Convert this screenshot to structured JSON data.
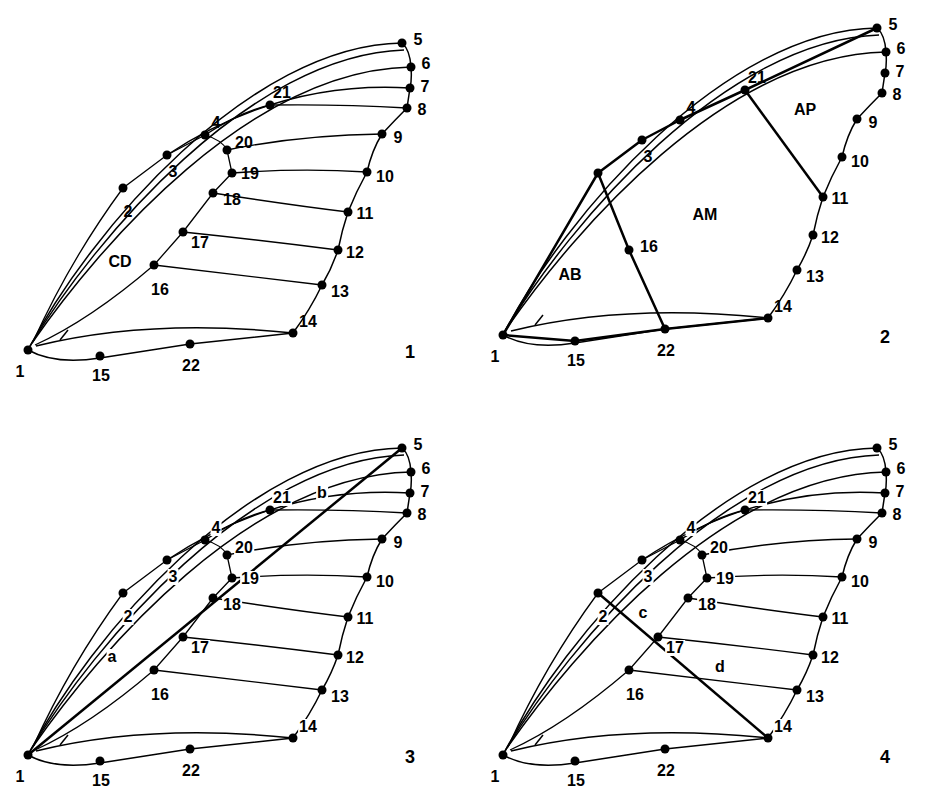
{
  "diagram": {
    "labels": [
      "1",
      "2",
      "3",
      "4",
      "5",
      "6",
      "7",
      "8",
      "9",
      "10",
      "11",
      "12",
      "13",
      "14",
      "15",
      "16",
      "17",
      "18",
      "19",
      "20",
      "21",
      "22",
      "CD",
      "1",
      "1",
      "3",
      "4",
      "5",
      "6",
      "7",
      "8",
      "9",
      "10",
      "11",
      "12",
      "13",
      "14",
      "15",
      "16",
      "21",
      "22",
      "AB",
      "AM",
      "AP",
      "2",
      "1",
      "2",
      "3",
      "4",
      "5",
      "6",
      "7",
      "8",
      "9",
      "10",
      "11",
      "12",
      "13",
      "14",
      "15",
      "16",
      "17",
      "18",
      "19",
      "20",
      "21",
      "22",
      "a",
      "b",
      "3",
      "1",
      "2",
      "3",
      "4",
      "5",
      "6",
      "7",
      "8",
      "9",
      "10",
      "11",
      "12",
      "13",
      "14",
      "15",
      "16",
      "17",
      "18",
      "19",
      "20",
      "21",
      "22",
      "c",
      "d",
      "4"
    ]
  }
}
